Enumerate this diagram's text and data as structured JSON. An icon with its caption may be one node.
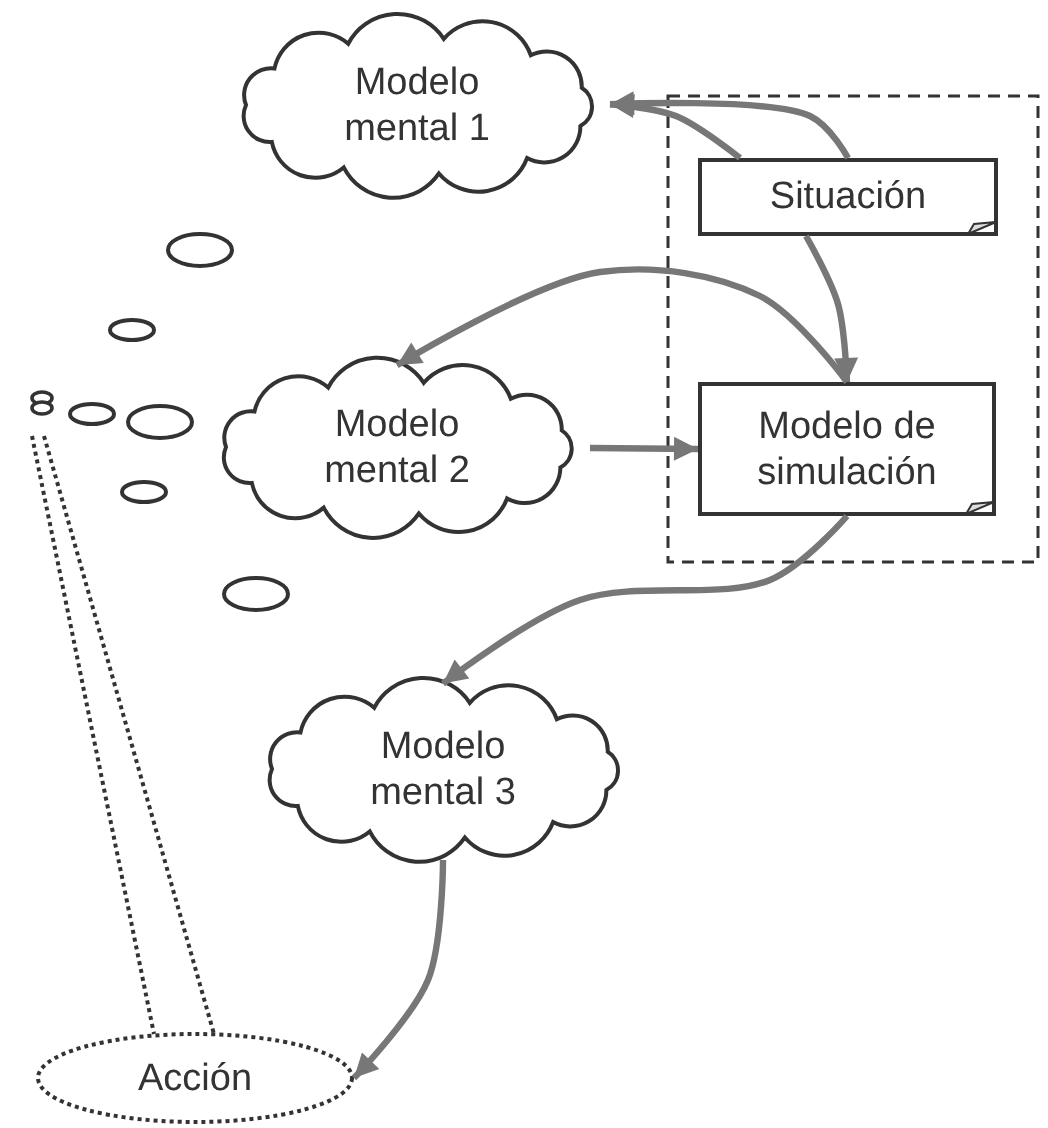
{
  "diagram": {
    "nodes": [
      {
        "text": [
          "Modelo mental 1"
        ]
      },
      {
        "text": [],
        "shape": "box"
      },
      {
        "text": [
          "Situación"
        ],
        "in": 1
      },
      {
        "text": [
          "Modelo de simulación"
        ],
        "in": 1
      },
      {
        "text": [
          "Modelo mental 2"
        ]
      },
      {
        "text": [
          "Modelo mental 3"
        ]
      },
      {
        "text": [
          "Acción"
        ]
      }
    ],
    "edges": [
      {
        "from": 2,
        "to": 0,
        "arrow": "to"
      },
      {
        "from": 2,
        "to": 0,
        "arrow": "to"
      },
      {
        "from": 2,
        "to": 3,
        "arrow": "to"
      },
      {
        "from": 3,
        "to": 4,
        "arrow": "to"
      },
      {
        "from": 4,
        "to": 3,
        "arrow": "to"
      },
      {
        "from": 3,
        "to": 5,
        "arrow": "to"
      },
      {
        "from": 5,
        "to": 6,
        "arrow": "to"
      }
    ]
  }
}
